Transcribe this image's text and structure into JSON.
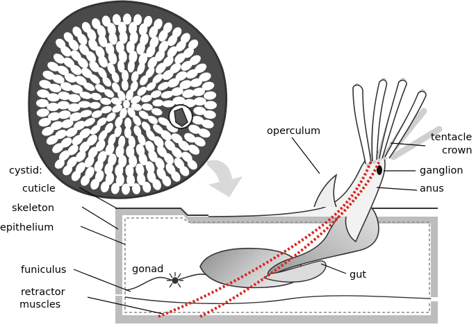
{
  "labels": {
    "cystid": "cystid:",
    "cuticle": "cuticle",
    "skeleton": "skeleton",
    "epithelium": "epithelium",
    "funiculus": "funiculus",
    "retractor_line1": "retractor",
    "retractor_line2": "muscles",
    "gonad": "gonad",
    "operculum": "operculum",
    "tentacle_line1": "tentacle",
    "tentacle_line2": "crown",
    "ganglion": "ganglion",
    "anus": "anus",
    "gut": "gut"
  },
  "colors": {
    "outline": "#333333",
    "skeleton_fill": "#bdbdbd",
    "epithelium_dash": "#888888",
    "muscle": "#d9261c",
    "arrow": "#d9d9d9",
    "tentacle_back": "#cfcfcf"
  }
}
